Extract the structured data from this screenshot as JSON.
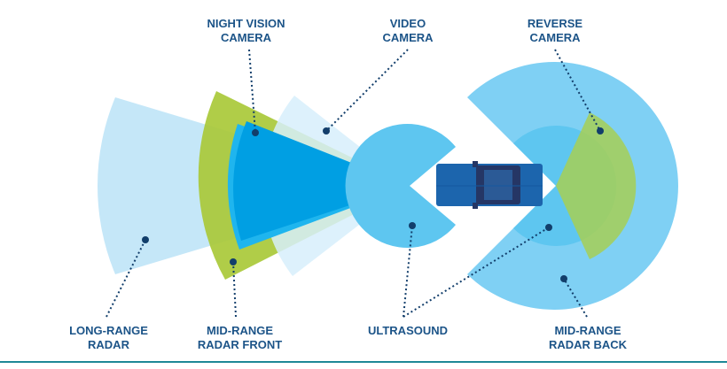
{
  "colors": {
    "long_range_radar": "#c5e7f8",
    "mid_range_front": "#a9c938",
    "mid_range_front_inner": "#1fb5ee",
    "night_vision": "#009fe3",
    "video_camera": "#d7effb",
    "ultrasound": "#5ec6f0",
    "mid_range_back": "#7fd0f4",
    "reverse_camera": "#a6cf55",
    "car_body": "#1c65ad",
    "car_dark": "#253665",
    "label_text": "#1c5488",
    "dotted_line": "#123e6b",
    "rule": "#1e8896"
  },
  "labels": {
    "night_vision": [
      "NIGHT VISION",
      "CAMERA"
    ],
    "video_camera": [
      "VIDEO",
      "CAMERA"
    ],
    "reverse_camera": [
      "REVERSE",
      "CAMERA"
    ],
    "long_range_radar": [
      "LONG-RANGE",
      "RADAR"
    ],
    "mid_range_front": [
      "MID-RANGE",
      "RADAR FRONT"
    ],
    "ultrasound": [
      "ULTRASOUND"
    ],
    "mid_range_back": [
      "MID-RANGE",
      "RADAR BACK"
    ]
  },
  "icons": {
    "car": "car-top-view-icon"
  }
}
